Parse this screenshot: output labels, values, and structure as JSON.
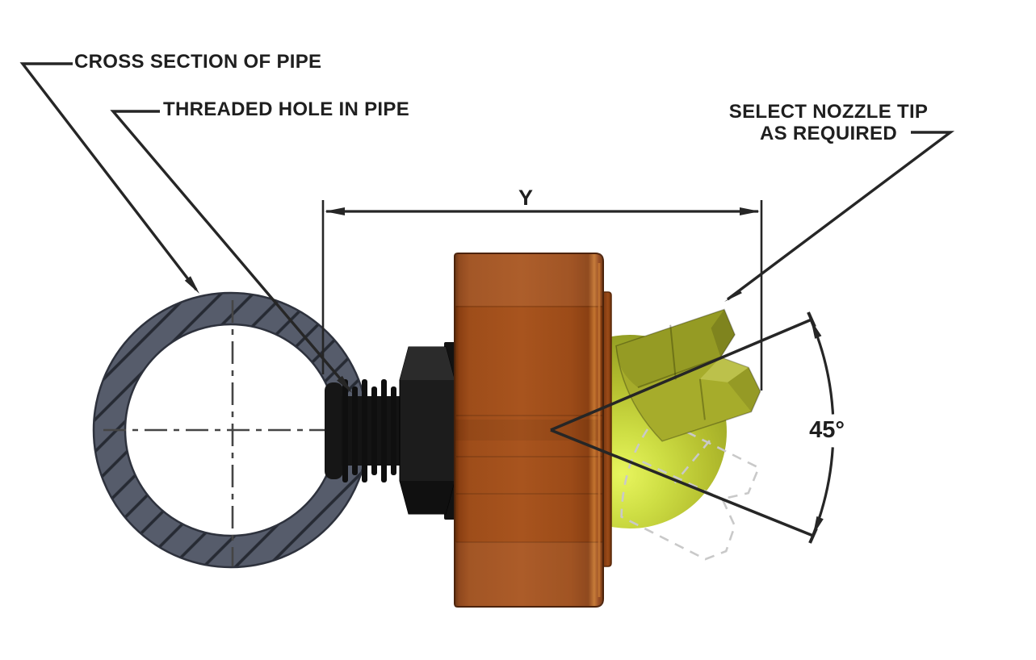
{
  "diagram": {
    "type": "technical-drawing",
    "title": "Pipe-mounted swivel nozzle installation drawing",
    "labels": {
      "cross_section": "CROSS SECTION OF PIPE",
      "threaded_hole": "THREADED HOLE IN PIPE",
      "select_nozzle_line1": "SELECT NOZZLE TIP",
      "select_nozzle_line2": "AS REQUIRED",
      "dim_span": "Y",
      "dim_angle": "45°"
    },
    "colors": {
      "background": "#ffffff",
      "pipe_ring_fill": "#565c6b",
      "pipe_outline": "#2e323d",
      "pipe_hatch": "#262a33",
      "fitting_black": "#1c1c1c",
      "body_orange": "#a4511c",
      "body_orange_dark": "#6f3107",
      "nozzle_olive": "#a6ac2b",
      "ball_yellow": "#b3bd2e",
      "ball_highlight": "#e8f55e",
      "dimension_line": "#262626",
      "centerline": "#454545",
      "phantom_dash": "#c9c9c9",
      "label_text": "#1f1f1f"
    }
  }
}
